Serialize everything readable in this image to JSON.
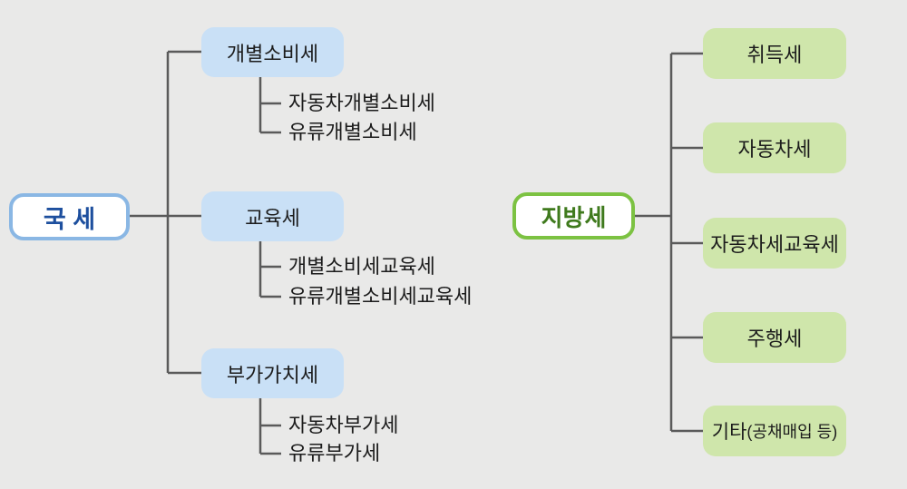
{
  "diagram_title": "tax-structure-diagram",
  "national": {
    "root_label": "국 세",
    "branches": [
      {
        "label": "개별소비세",
        "children": [
          "자동차개별소비세",
          "유류개별소비세"
        ]
      },
      {
        "label": "교육세",
        "children": [
          "개별소비세교육세",
          "유류개별소비세교육세"
        ]
      },
      {
        "label": "부가가치세",
        "children": [
          "자동차부가세",
          "유류부가세"
        ]
      }
    ]
  },
  "local": {
    "root_label": "지방세",
    "branches": [
      {
        "label": "취득세"
      },
      {
        "label": "자동차세"
      },
      {
        "label": "자동차세교육세"
      },
      {
        "label": "주행세"
      },
      {
        "label": "기타",
        "label_suffix": "(공채매입 등)"
      }
    ]
  },
  "colors": {
    "background": "#e9e9e8",
    "national_root_border": "#8ab7e4",
    "national_root_text": "#1d4f9e",
    "national_box_fill": "#c9e0f6",
    "local_root_border": "#7cc242",
    "local_root_text": "#3f7a1d",
    "local_box_fill": "#cfe6ab",
    "connector_line": "#5a5a5a",
    "leaf_text": "#1c1c1c"
  }
}
